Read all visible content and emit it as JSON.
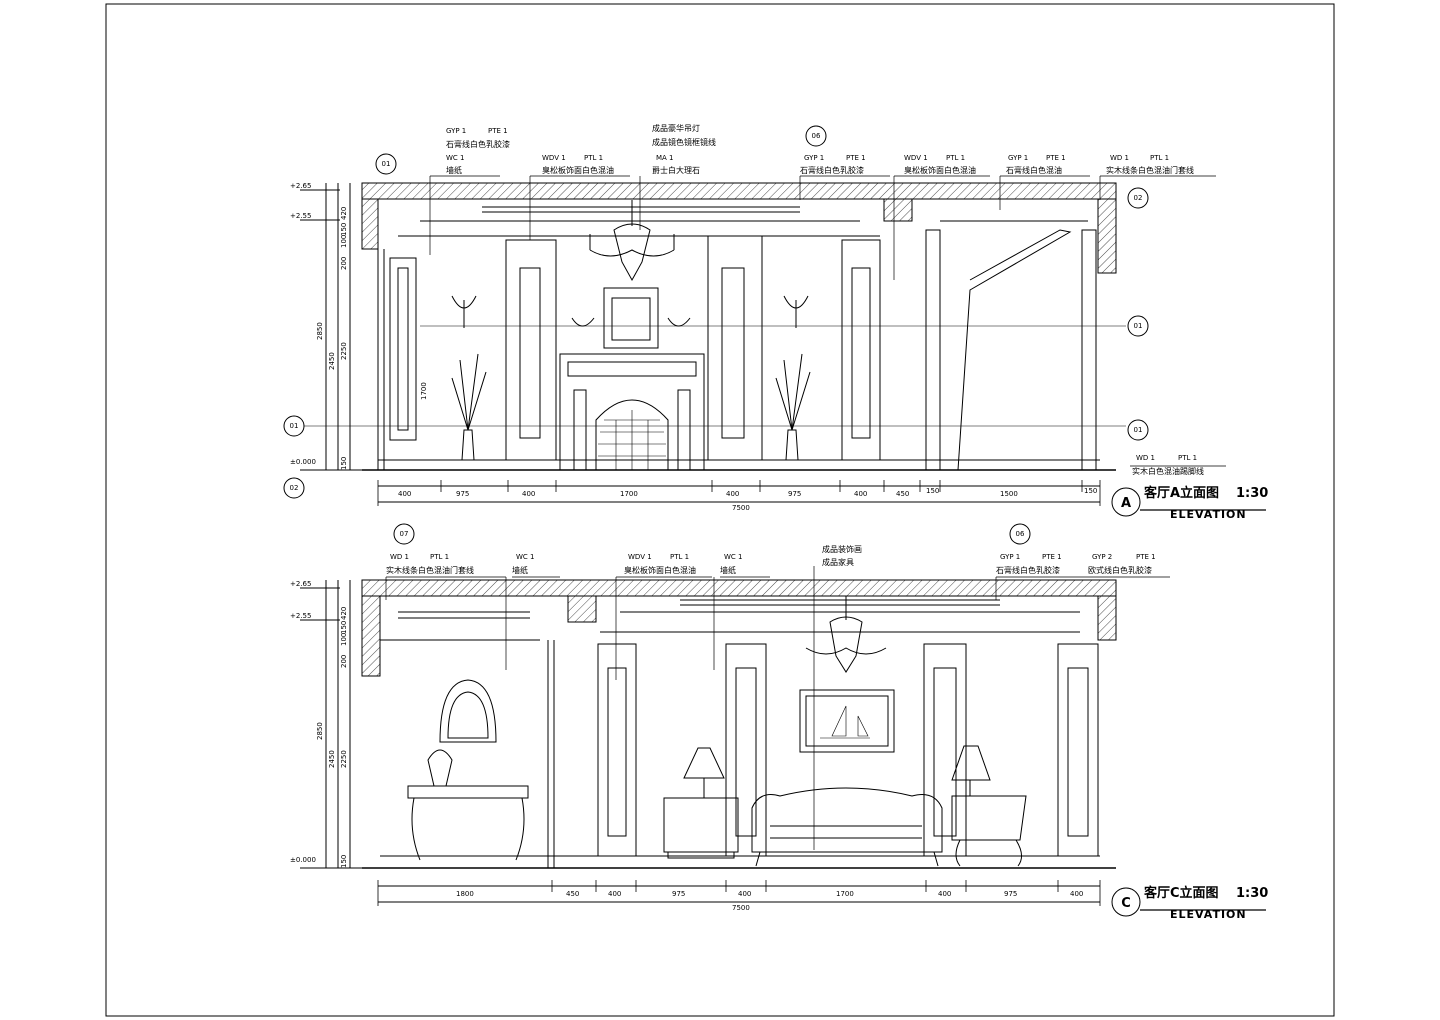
{
  "elevation_a": {
    "symbol": "A",
    "title": "客厅A立面图",
    "scale": "1:30",
    "subtitle": "ELEVATION",
    "levels": [
      "+2.65",
      "+2.55",
      "±0.000"
    ],
    "vertical_dims": [
      "420",
      "150",
      "100",
      "200",
      "2850",
      "2450",
      "2250",
      "1700",
      "150"
    ],
    "horizontal_dims": [
      "400",
      "975",
      "400",
      "1700",
      "400",
      "975",
      "400",
      "450",
      "150",
      "1500",
      "150"
    ],
    "total": "7500",
    "callouts": [
      {
        "codes": [
          "GYP 1",
          "PTE 1"
        ],
        "text": "石膏线白色乳胶漆"
      },
      {
        "codes": [
          "WC 1"
        ],
        "text": "墙纸"
      },
      {
        "codes": [
          "WDV 1",
          "PTL 1"
        ],
        "text": "臭松板饰面白色混油"
      },
      {
        "codes": [],
        "text": "成品豪华吊灯"
      },
      {
        "codes": [],
        "text": "成品镜色镜框镜线"
      },
      {
        "codes": [
          "MA 1"
        ],
        "text": "爵士白大理石"
      },
      {
        "codes": [
          "GYP 1",
          "PTE 1"
        ],
        "text": "石膏线白色乳胶漆"
      },
      {
        "codes": [
          "WDV 1",
          "PTL 1"
        ],
        "text": "臭松板饰面白色混油"
      },
      {
        "codes": [
          "GYP 1",
          "PTE 1"
        ],
        "text": "石膏线白色混油"
      },
      {
        "codes": [
          "WD 1",
          "PTL 1"
        ],
        "text": "实木线条白色混油门套线"
      },
      {
        "codes": [
          "WD 1",
          "PTL 1"
        ],
        "text": "实木白色混油踢脚线"
      }
    ],
    "markers": [
      "01",
      "06",
      "02",
      "01",
      "01",
      "01",
      "02"
    ]
  },
  "elevation_c": {
    "symbol": "C",
    "title": "客厅C立面图",
    "scale": "1:30",
    "subtitle": "ELEVATION",
    "levels": [
      "+2.65",
      "+2.55",
      "±0.000"
    ],
    "vertical_dims": [
      "420",
      "150",
      "100",
      "200",
      "2850",
      "2450",
      "2250",
      "150"
    ],
    "horizontal_dims": [
      "1800",
      "450",
      "400",
      "975",
      "400",
      "1700",
      "400",
      "975",
      "400"
    ],
    "total": "7500",
    "callouts": [
      {
        "codes": [
          "WD 1",
          "PTL 1"
        ],
        "text": "实木线条白色混油门套线"
      },
      {
        "codes": [
          "WC 1"
        ],
        "text": "墙纸"
      },
      {
        "codes": [
          "WDV 1",
          "PTL 1"
        ],
        "text": "臭松板饰面白色混油"
      },
      {
        "codes": [
          "WC 1"
        ],
        "text": "墙纸"
      },
      {
        "codes": [],
        "text": "成品装饰画"
      },
      {
        "codes": [],
        "text": "成品家具"
      },
      {
        "codes": [
          "GYP 1",
          "PTE 1"
        ],
        "text": "石膏线白色乳胶漆"
      },
      {
        "codes": [
          "GYP 2",
          "PTE 1"
        ],
        "text": "欧式线白色乳胶漆"
      }
    ],
    "markers": [
      "07",
      "06"
    ]
  }
}
